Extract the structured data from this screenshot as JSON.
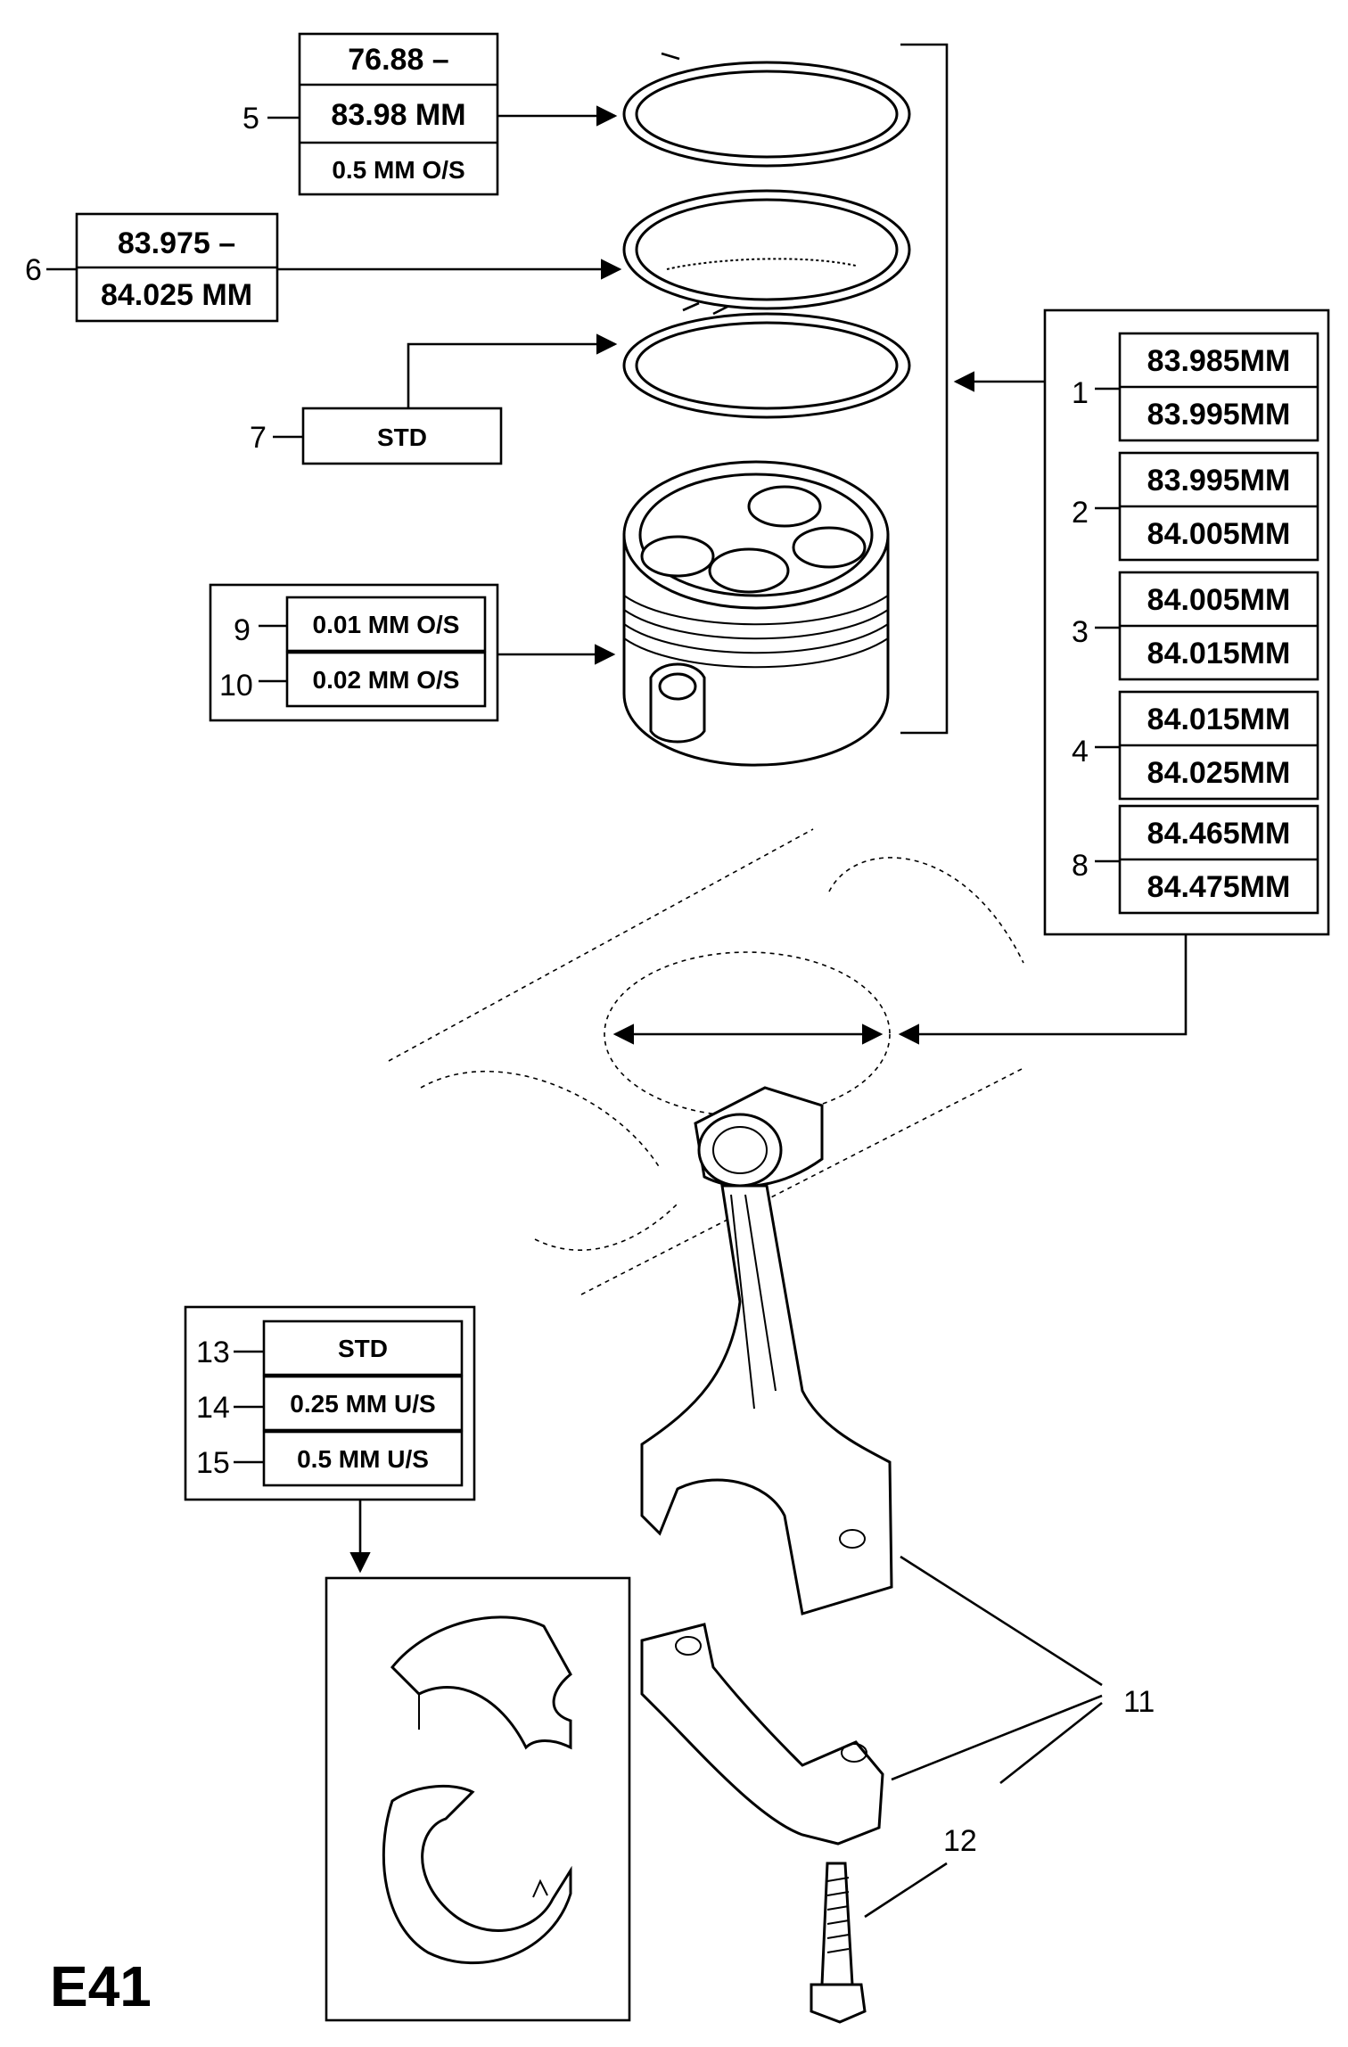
{
  "diagram_code": "E41",
  "ring_top": {
    "callout": "5",
    "lines": [
      "76.88 –",
      "83.98 MM",
      "0.5 MM O/S"
    ]
  },
  "ring_middle": {
    "callout": "6",
    "lines": [
      "83.975 –",
      "84.025 MM"
    ]
  },
  "ring_oil": {
    "callout": "7",
    "label": "STD"
  },
  "piston": [
    {
      "callout": "9",
      "label": "0.01 MM O/S"
    },
    {
      "callout": "10",
      "label": "0.02 MM O/S"
    }
  ],
  "bore_grades": [
    {
      "callout": "1",
      "lines": [
        "83.985MM",
        "83.995MM"
      ]
    },
    {
      "callout": "2",
      "lines": [
        "83.995MM",
        "84.005MM"
      ]
    },
    {
      "callout": "3",
      "lines": [
        "84.005MM",
        "84.015MM"
      ]
    },
    {
      "callout": "4",
      "lines": [
        "84.015MM",
        "84.025MM"
      ]
    },
    {
      "callout": "8",
      "lines": [
        "84.465MM",
        "84.475MM"
      ]
    }
  ],
  "bearing_shells": [
    {
      "callout": "13",
      "label": "STD"
    },
    {
      "callout": "14",
      "label": "0.25 MM U/S"
    },
    {
      "callout": "15",
      "label": "0.5 MM U/S"
    }
  ],
  "connecting_rod_callout": "11",
  "bolt_callout": "12",
  "icons": {
    "piston_ring": "piston-ring-icon",
    "piston": "piston-icon",
    "connecting_rod": "connecting-rod-icon",
    "bearing_shell": "bearing-shell-icon",
    "bolt": "bolt-icon",
    "arrow": "arrow-icon"
  }
}
